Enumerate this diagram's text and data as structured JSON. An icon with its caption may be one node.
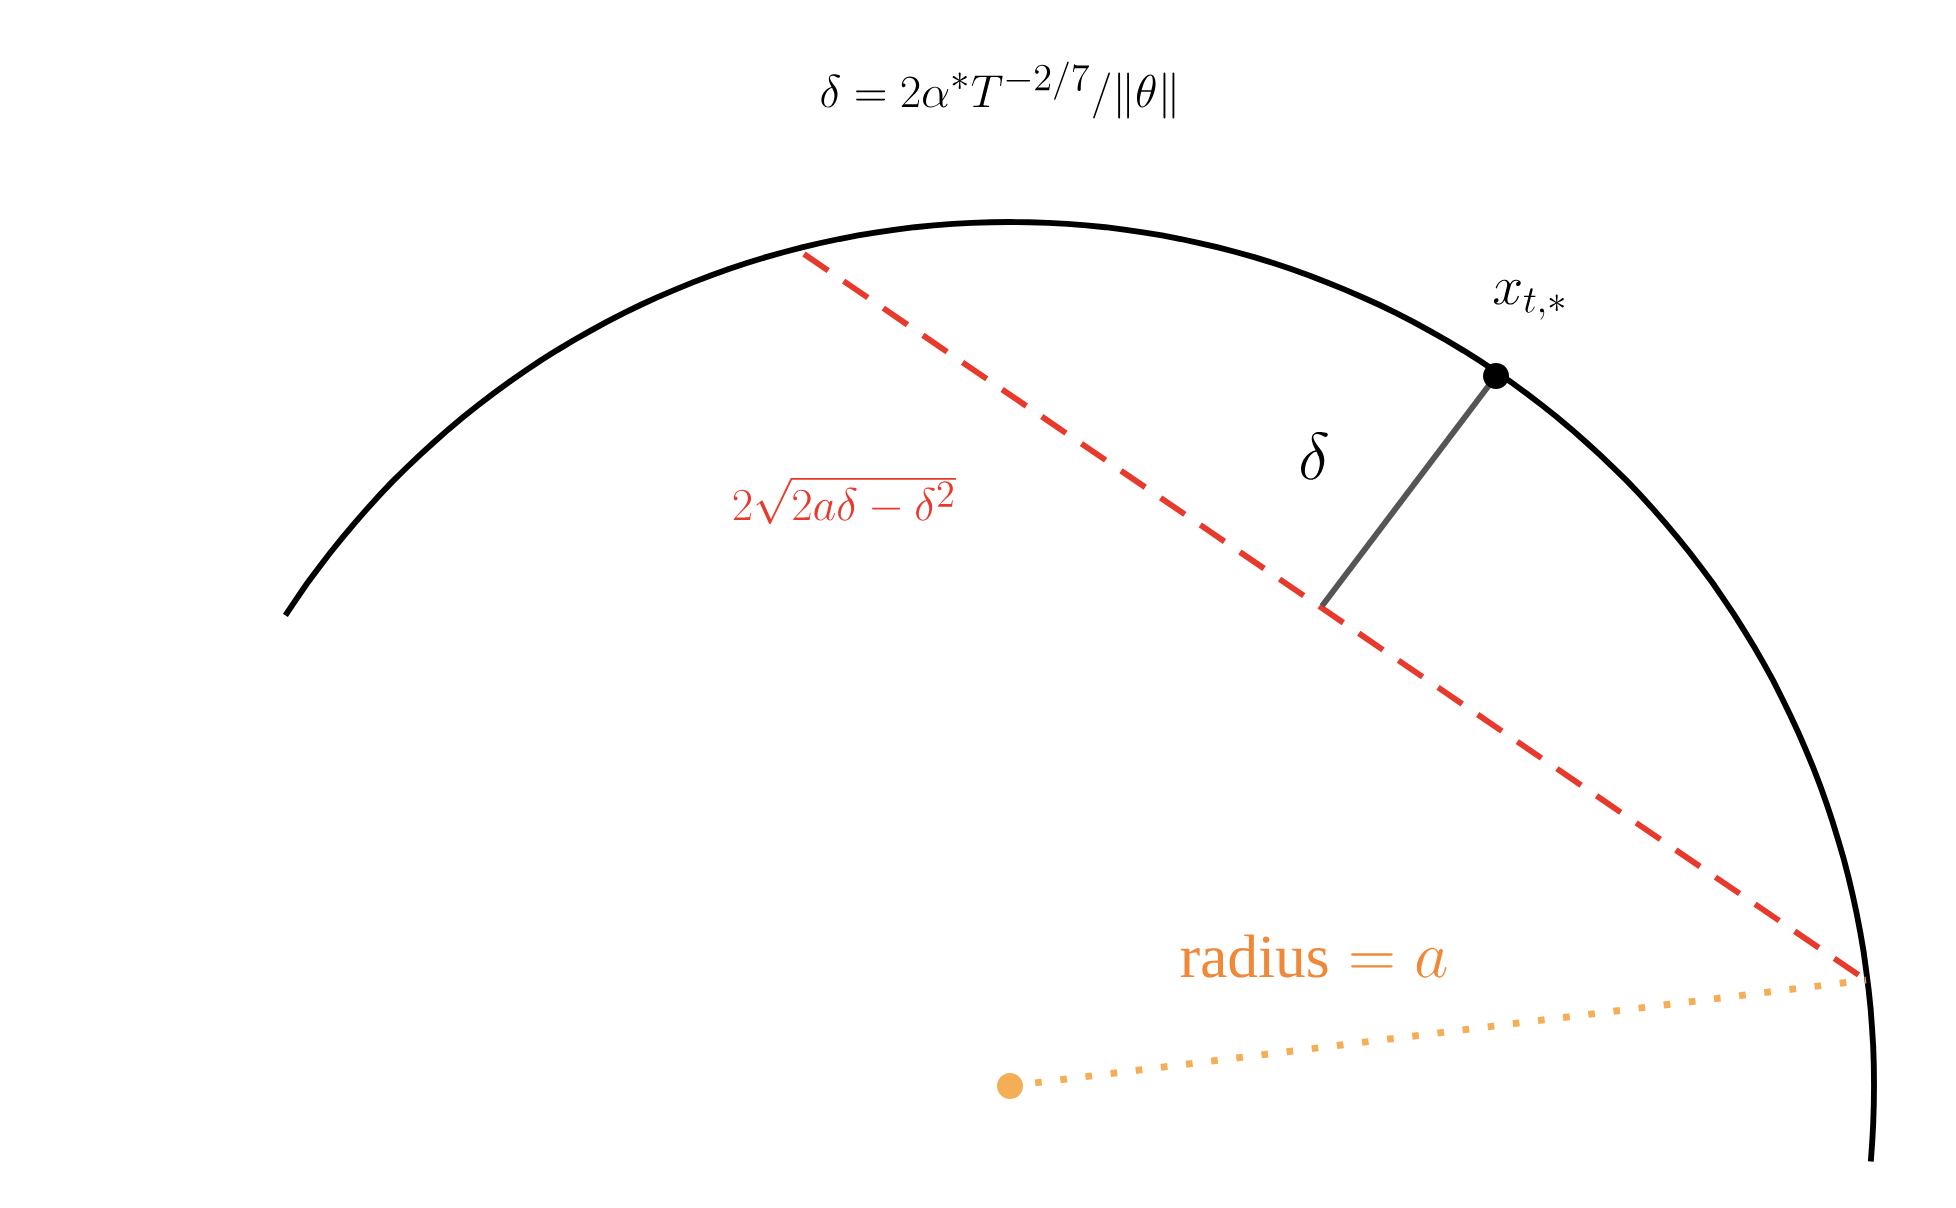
{
  "diagram": {
    "labels": [
      "\\delta = 2\\alpha^* T^{-2/7} / \\|\\theta\\|",
      "x_{t,*}",
      "\\delta",
      "2\\sqrt{2a\\delta - \\delta^2}",
      "\\mathrm{radius} = a"
    ]
  }
}
